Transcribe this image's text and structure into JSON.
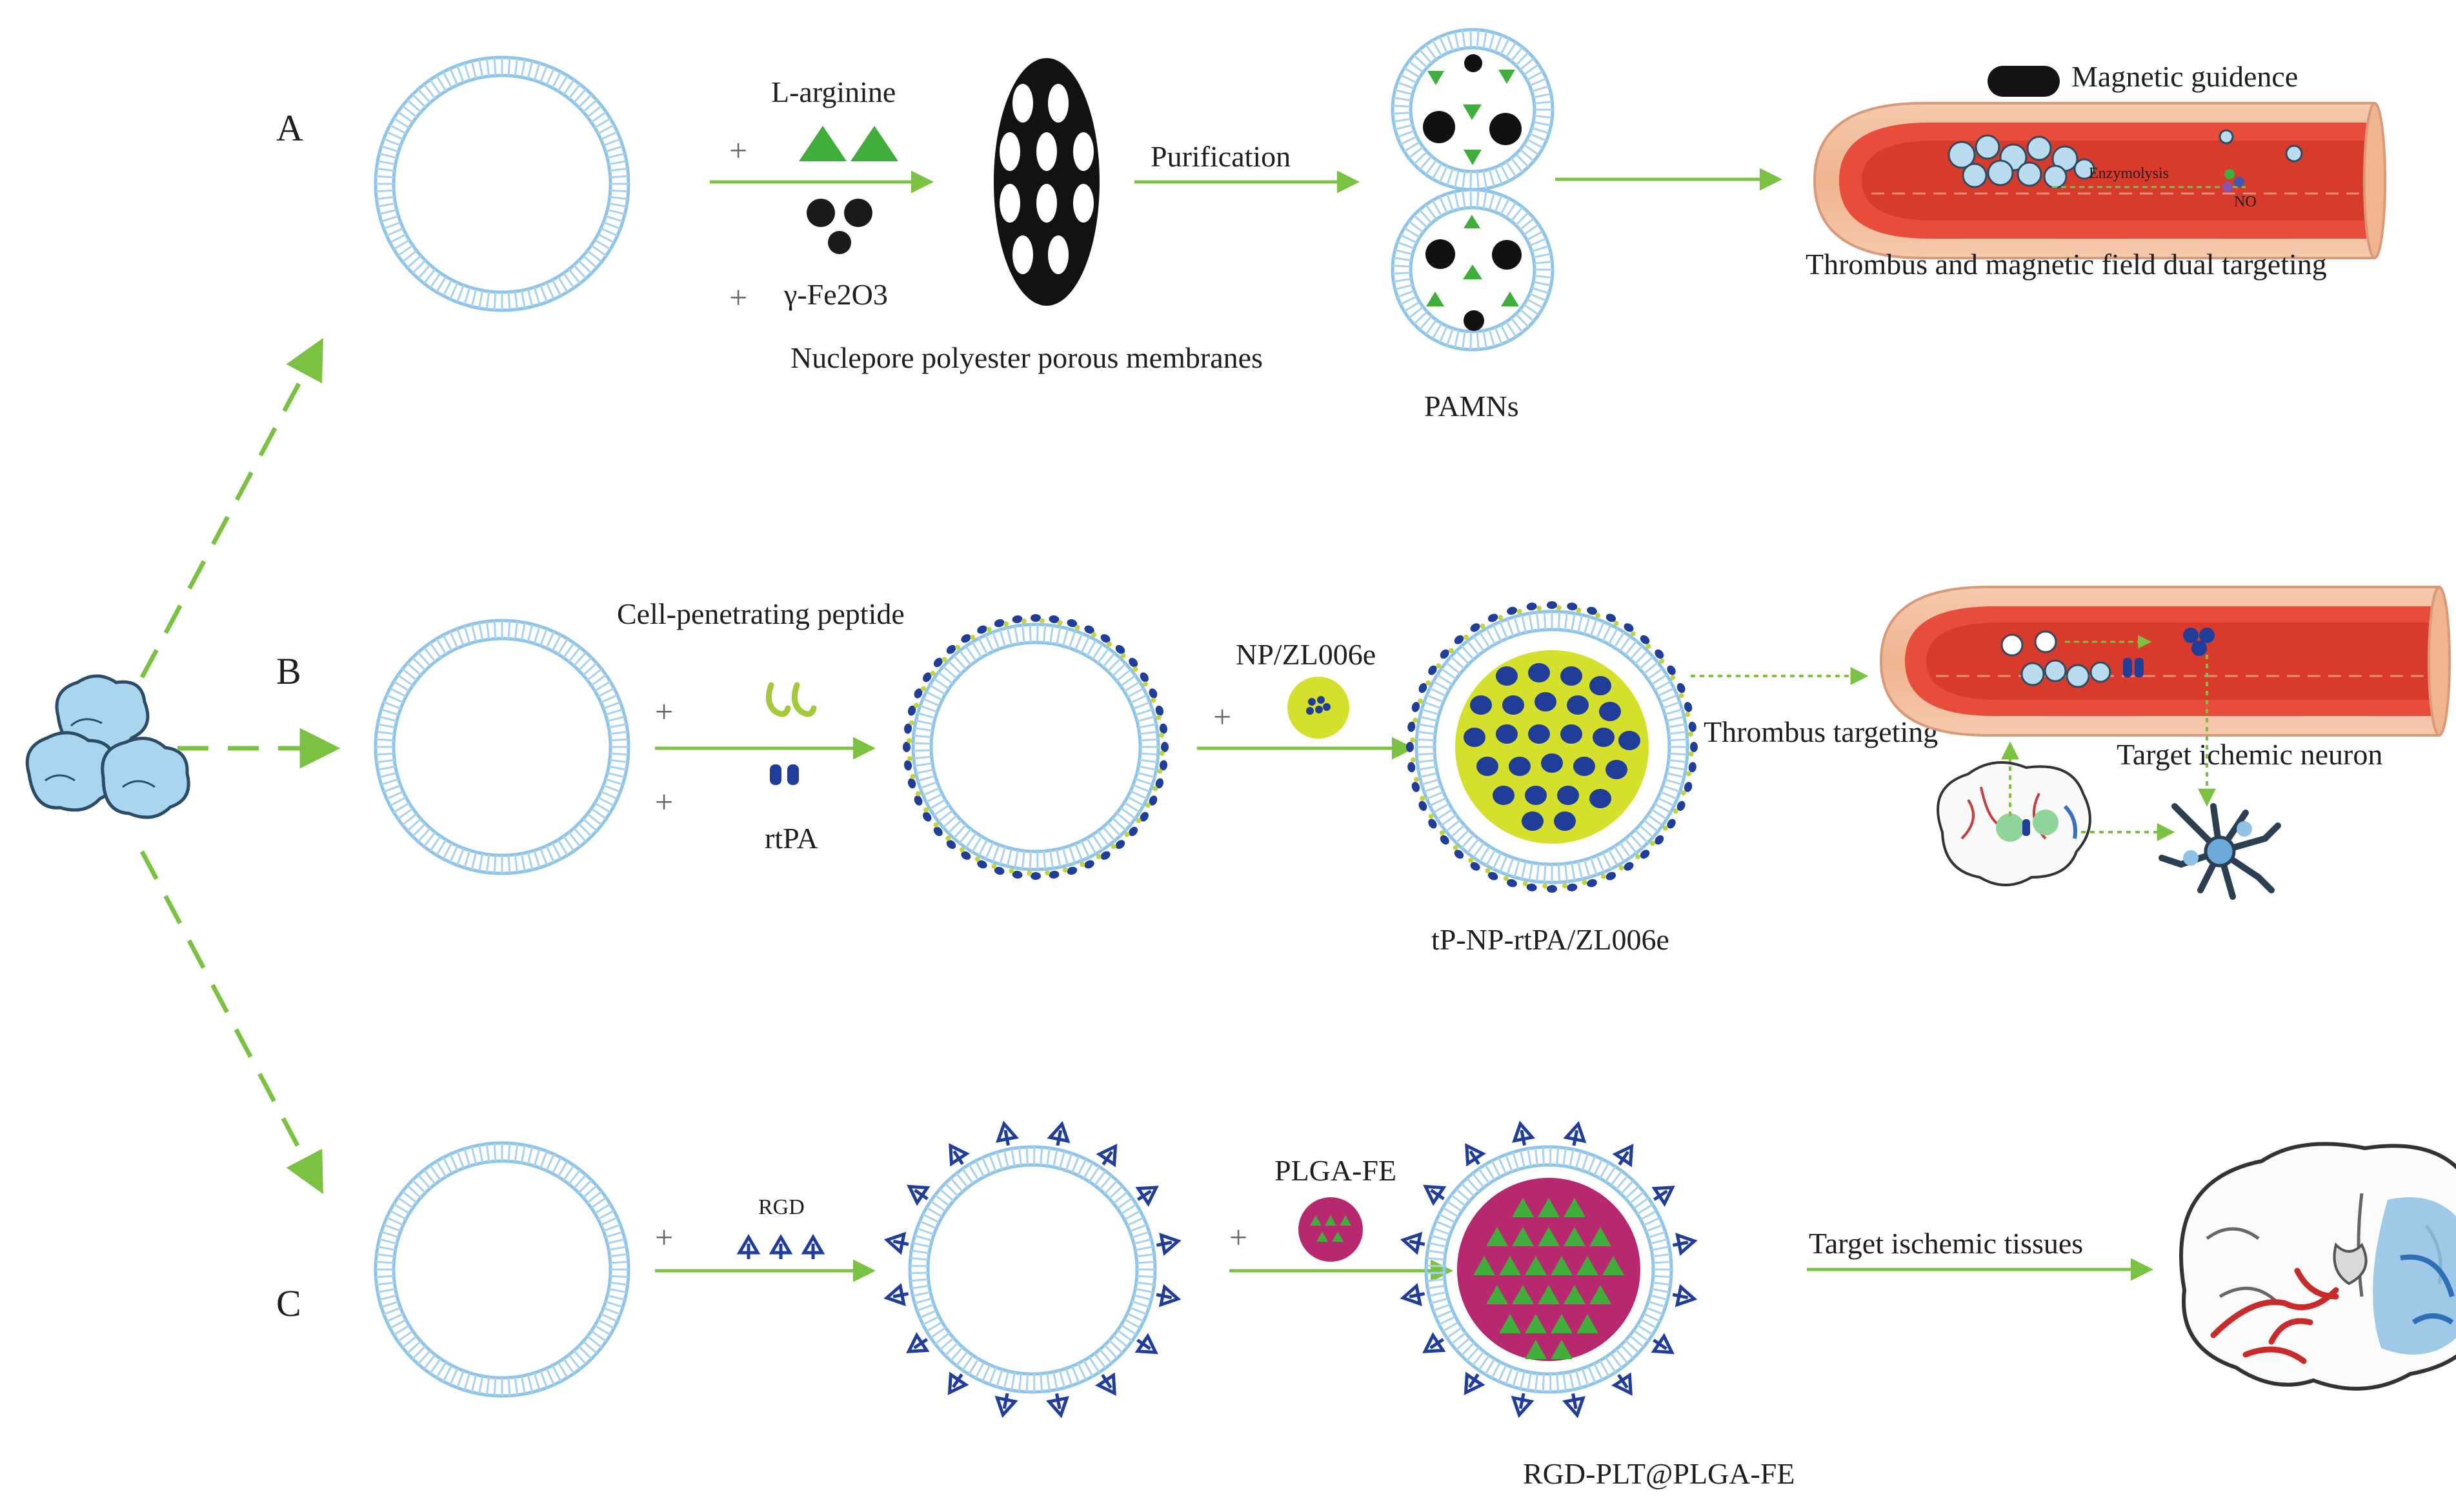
{
  "rows": {
    "a": {
      "letter": "A",
      "reagent_top": "L-arginine",
      "reagent_bottom": "γ-Fe2O3",
      "plus": "+",
      "membrane_label": "Nuclepore polyester porous membranes",
      "step_label": "Purification",
      "product": "PAMNs",
      "vessel_top_label": "Magnetic guidence",
      "vessel_inner_label": "Enzymolysis",
      "vessel_no_label": "NO",
      "vessel_caption": "Thrombus and magnetic field dual targeting"
    },
    "b": {
      "letter": "B",
      "reagent_top": "Cell-penetrating peptide",
      "reagent_bottom": "rtPA",
      "plus": "+",
      "loading_label": "NP/ZL006e",
      "product": "tP-NP-rtPA/ZL006e",
      "vessel_label": "Thrombus targeting",
      "neuron_label": "Target ichemic neuron"
    },
    "c": {
      "letter": "C",
      "reagent": "RGD",
      "plus": "+",
      "loading_label": "PLGA-FE",
      "product": "RGD-PLT@PLGA-FE",
      "target_label": "Target ischemic tissues"
    }
  },
  "colors": {
    "arrow": "#7cc242",
    "membrane": "#8ec4e8",
    "peptide_blue": "#1f3d99",
    "lime_core": "#d4e02c",
    "magenta_core": "#b8286e",
    "triangle_green": "#3fae3a",
    "vessel_red": "#e84d3c",
    "vessel_wall": "#f4c6a8"
  }
}
